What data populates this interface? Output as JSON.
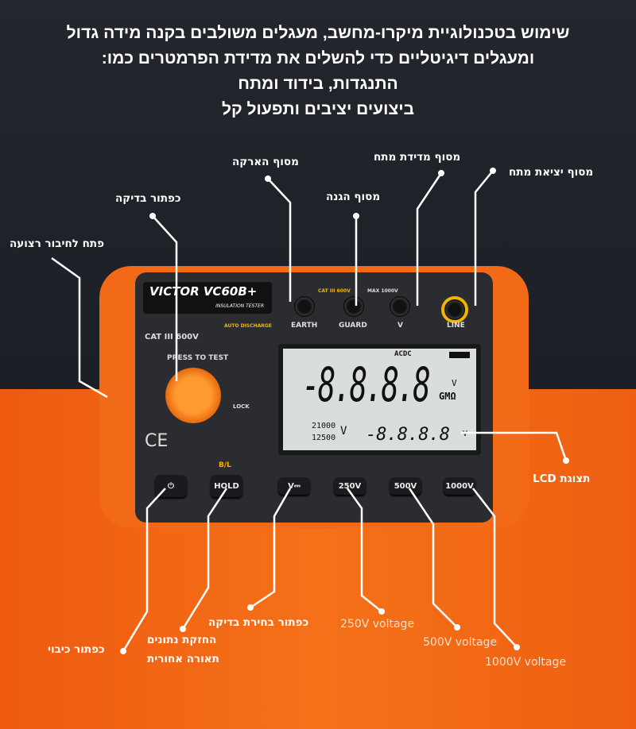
{
  "headline": [
    "שימוש בטכנולוגיית מיקרו-מחשב, מעגלים משולבים בקנה מידה גדול",
    "ומעגלים דיגיטליים כדי להשלים את מדידת הפרמטרים כמו:",
    "התנגדות, בידוד ומתח",
    "ביצועים יציבים ותפעול קל"
  ],
  "callouts": {
    "earth": "מסוף הארקה",
    "voltage_measure": "מסוף מדידת מתח",
    "voltage_output": "מסוף יציאת מתח",
    "guard": "מסוף הגנה",
    "test_button": "כפתור בדיקה",
    "strap": "פתח לחיבור רצועה",
    "lcd": "תצוגת LCD",
    "power": "כפתור כיבוי",
    "hold": "החזקת נתונים",
    "backlight": "תאורה אחורית",
    "select": "כפתור בחירת בדיקה",
    "v250": "250V voltage",
    "v500": "500V voltage",
    "v1000": "1000V voltage"
  },
  "device": {
    "brand": "VICTOR",
    "model": "VC60B+",
    "subtitle": "INSULATION TESTER",
    "cat": "CAT III 600V",
    "discharge": "AUTO DISCHARGE",
    "press": "PRESS TO TEST",
    "lock": "LOCK",
    "ce": "CE",
    "bl": "B/L",
    "hold": "HOLD",
    "terminals": [
      "EARTH",
      "GUARD",
      "V",
      "LINE"
    ],
    "cat_terminal": "CAT III 600V",
    "max": "MAX 1000V",
    "buttons": [
      "V⎓",
      "250V",
      "500V",
      "1000V"
    ],
    "lcd": {
      "acdc": "ACDC",
      "main": "-8.8.8.8",
      "unit_v": "V",
      "unit_r": "GMΩ",
      "sub1": "21000",
      "sub2": "12500",
      "subv": "V",
      "secondary": "-8.8.8.8",
      "v2": "V"
    }
  }
}
